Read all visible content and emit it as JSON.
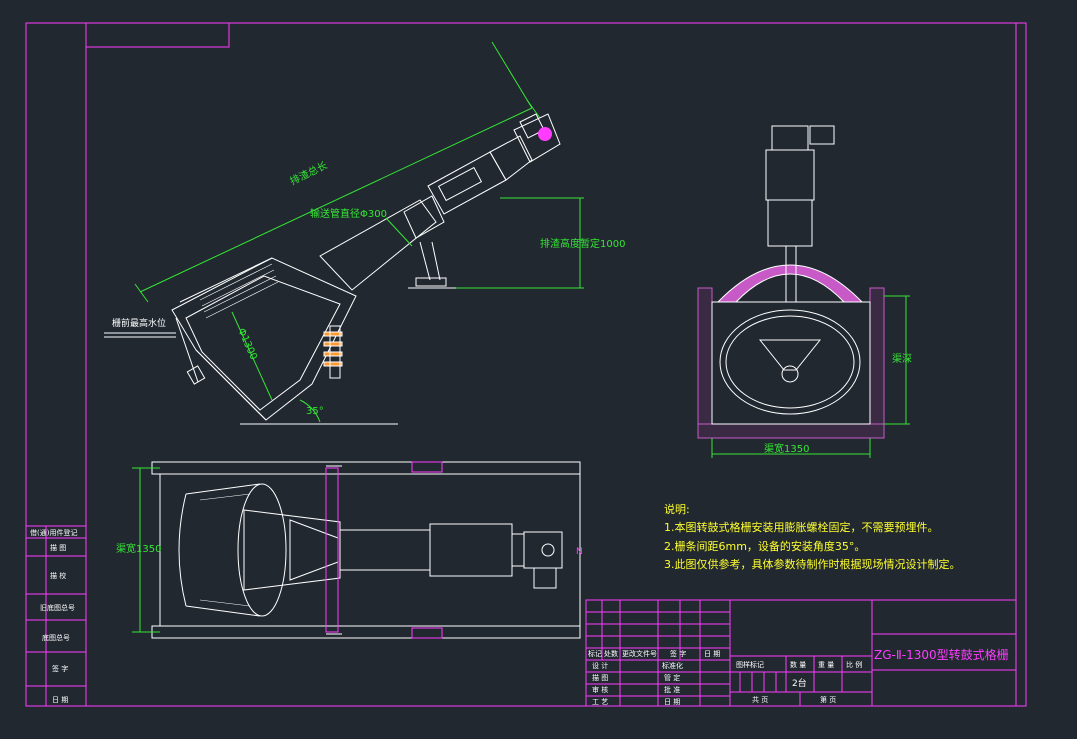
{
  "colors": {
    "background": "#212830",
    "frame": "#ff3cff",
    "drawing": "#ffffff",
    "dimension": "#35e635",
    "note": "#ffff2e",
    "accent": "#ff3cff",
    "concrete": "#c85ac8"
  },
  "side_view": {
    "label_total_length": "排渣总长",
    "label_pipe_diameter": "输送管直径Φ300",
    "label_discharge_height": "排渣高度暂定1000",
    "label_water_level": "栅前最高水位",
    "label_screen_diameter": "Φ1300",
    "label_angle": "35°"
  },
  "end_view": {
    "label_depth": "渠深",
    "label_width": "渠宽1350"
  },
  "plan_view": {
    "label_width": "渠宽1350",
    "label_north": "N"
  },
  "notes": {
    "heading": "说明:",
    "line1": "1.本图转鼓式格栅安装用膨胀螺栓固定，不需要预埋件。",
    "line2": "2.栅条间距6mm，设备的安装角度35°。",
    "line3": "3.此图仅供参考，具体参数待制作时根据现场情况设计制定。"
  },
  "left_strip": {
    "row1": "借(通)用件登记",
    "row2": "描 图",
    "row3": "描 校",
    "row4": "旧底图总号",
    "row5": "底图总号",
    "row6": "签 字",
    "row7": "日 期"
  },
  "title_block": {
    "drawing_title": "ZG-Ⅱ-1300型转鼓式格栅",
    "h_mark": "标记",
    "h_count": "处数",
    "h_change_doc": "更改文件号",
    "h_sign": "签 字",
    "h_date": "日 期",
    "r_design": "设 计",
    "r_draw": "描 图",
    "r_check": "审 核",
    "r_process": "工 艺",
    "r_standard": "标准化",
    "r_manage": "管 定",
    "r_approve": "批 准",
    "r_date": "日 期",
    "h_stage": "图样标记",
    "h_qty": "数 量",
    "h_weight": "重 量",
    "h_scale": "比 例",
    "qty_value": "2台",
    "sheets_total": "共 页",
    "sheet_no": "第 页"
  }
}
